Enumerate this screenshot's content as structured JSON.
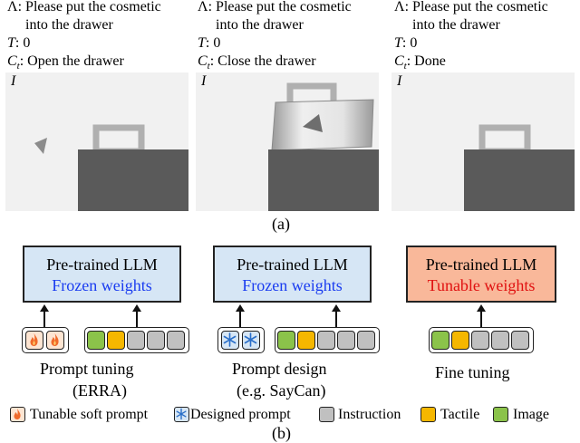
{
  "columns": [
    {
      "instruction_prefix": "Λ: Please put the cosmetic",
      "instruction_cont": "into the drawer",
      "t_label": "T",
      "t_value": ": 0",
      "c_label": "C",
      "c_sub": "t",
      "c_value": ": Open the drawer",
      "image_label": "I"
    },
    {
      "instruction_prefix": "Λ: Please put the cosmetic",
      "instruction_cont": "into the drawer",
      "t_label": "T",
      "t_value": ": 0",
      "c_label": "C",
      "c_sub": "t",
      "c_value": ": Close the drawer",
      "image_label": "I"
    },
    {
      "instruction_prefix": "Λ: Please put the cosmetic",
      "instruction_cont": "into the drawer",
      "t_label": "T",
      "t_value": ": 0",
      "c_label": "C",
      "c_sub": "t",
      "c_value": ": Done",
      "image_label": "I"
    }
  ],
  "caption_a": "(a)",
  "models": [
    {
      "title": "Pre-trained LLM",
      "weights": "Frozen weights",
      "fill": "#d6e6f5",
      "weights_color": "#1a3cf0",
      "method": "Prompt tuning",
      "method_sub": "(ERRA)"
    },
    {
      "title": "Pre-trained LLM",
      "weights": "Frozen weights",
      "fill": "#d6e6f5",
      "weights_color": "#1a3cf0",
      "method": "Prompt design",
      "method_sub": "(e.g. SayCan)"
    },
    {
      "title": "Pre-trained LLM",
      "weights": "Tunable weights",
      "fill": "#f9b89a",
      "weights_color": "#e01010",
      "method": "Fine tuning",
      "method_sub": ""
    }
  ],
  "colors": {
    "image": "#8bc34a",
    "tactile": "#f5b700",
    "instruction": "#c0c0c0",
    "prompt_fill": "#fde5d2",
    "designed_fill": "#d6e6f5"
  },
  "legend": {
    "tunable": "Tunable soft prompt",
    "designed": "Designed prompt",
    "instruction": "Instruction",
    "tactile": "Tactile",
    "image": "Image"
  },
  "caption_b": "(b)"
}
